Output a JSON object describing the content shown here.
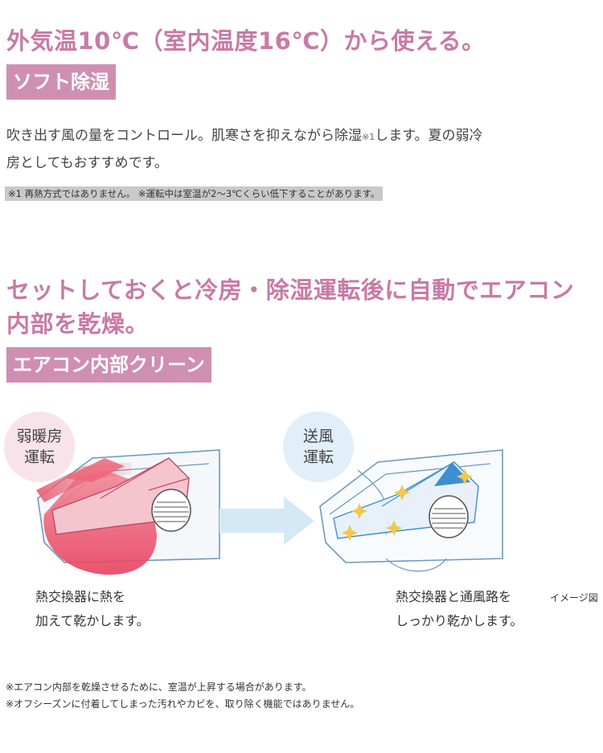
{
  "section1": {
    "headline": "外気温10℃（室内温度16℃）から使える。",
    "label": "ソフト除湿",
    "body_line1_pre": "吹き出す風の量をコントロール。肌寒さを抑えながら除湿",
    "body_sup": "※1",
    "body_line1_post": "します。夏の弱冷",
    "body_line2": "房としてもおすすめです。",
    "note": "※1 再熱方式ではありません。 ※運転中は室温が2～3℃くらい低下することがあります。"
  },
  "section2": {
    "headline_line1": "セットしておくと冷房・除湿運転後に自動でエアコン",
    "headline_line2": "内部を乾燥。",
    "label": "エアコン内部クリーン",
    "left": {
      "badge_line1": "弱暖房",
      "badge_line2": "運転",
      "caption_line1": "熱交換器に熱を",
      "caption_line2": "加えて乾かします。"
    },
    "right": {
      "badge_line1": "送風",
      "badge_line2": "運転",
      "caption_line1": "熱交換器と通風路を",
      "caption_line2": "しっかり乾かします。"
    },
    "image_note": "イメージ図",
    "footnote1": "※エアコン内部を乾燥させるために、室温が上昇する場合があります。",
    "footnote2": "※オフシーズンに付着してしまった汚れやカビを、取り除く機能ではありません。"
  },
  "colors": {
    "headline": "#c87aa6",
    "label_bg": "#cf8fb2",
    "heat_red": "#e85a6e",
    "cool_blue": "#3e8fd0",
    "arrow": "#d3e9f6"
  },
  "icons": [
    "warm-air-conditioner-illustration",
    "fan-air-conditioner-illustration",
    "right-arrow-icon",
    "sparkle-icon"
  ]
}
